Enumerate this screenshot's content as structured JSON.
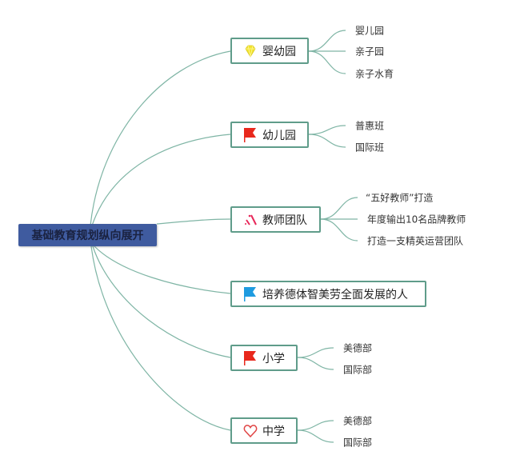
{
  "root": {
    "label": "基础教育规划纵向展开"
  },
  "branches": [
    {
      "label": "婴幼园",
      "icon": "diamond-icon",
      "children": [
        "婴儿园",
        "亲子园",
        "亲子水育"
      ]
    },
    {
      "label": "幼儿园",
      "icon": "red-flag-icon",
      "children": [
        "普惠班",
        "国际班"
      ]
    },
    {
      "label": "教师团队",
      "icon": "sparkle-icon",
      "children": [
        "“五好教师”打造",
        "年度输出10名品牌教师",
        "打造一支精英运营团队"
      ]
    },
    {
      "label": "培养德体智美劳全面发展的人",
      "icon": "blue-flag-icon",
      "children": []
    },
    {
      "label": "小学",
      "icon": "red-flag-icon",
      "children": [
        "美德部",
        "国际部"
      ]
    },
    {
      "label": "中学",
      "icon": "heart-icon",
      "children": [
        "美德部",
        "国际部"
      ]
    }
  ],
  "colors": {
    "root": "#3f5b9f",
    "line": "#7fb5a5",
    "border": "#5f9c8a",
    "flag_red": "#e8281c",
    "flag_blue": "#1e9be0",
    "diamond": "#f3e531"
  }
}
